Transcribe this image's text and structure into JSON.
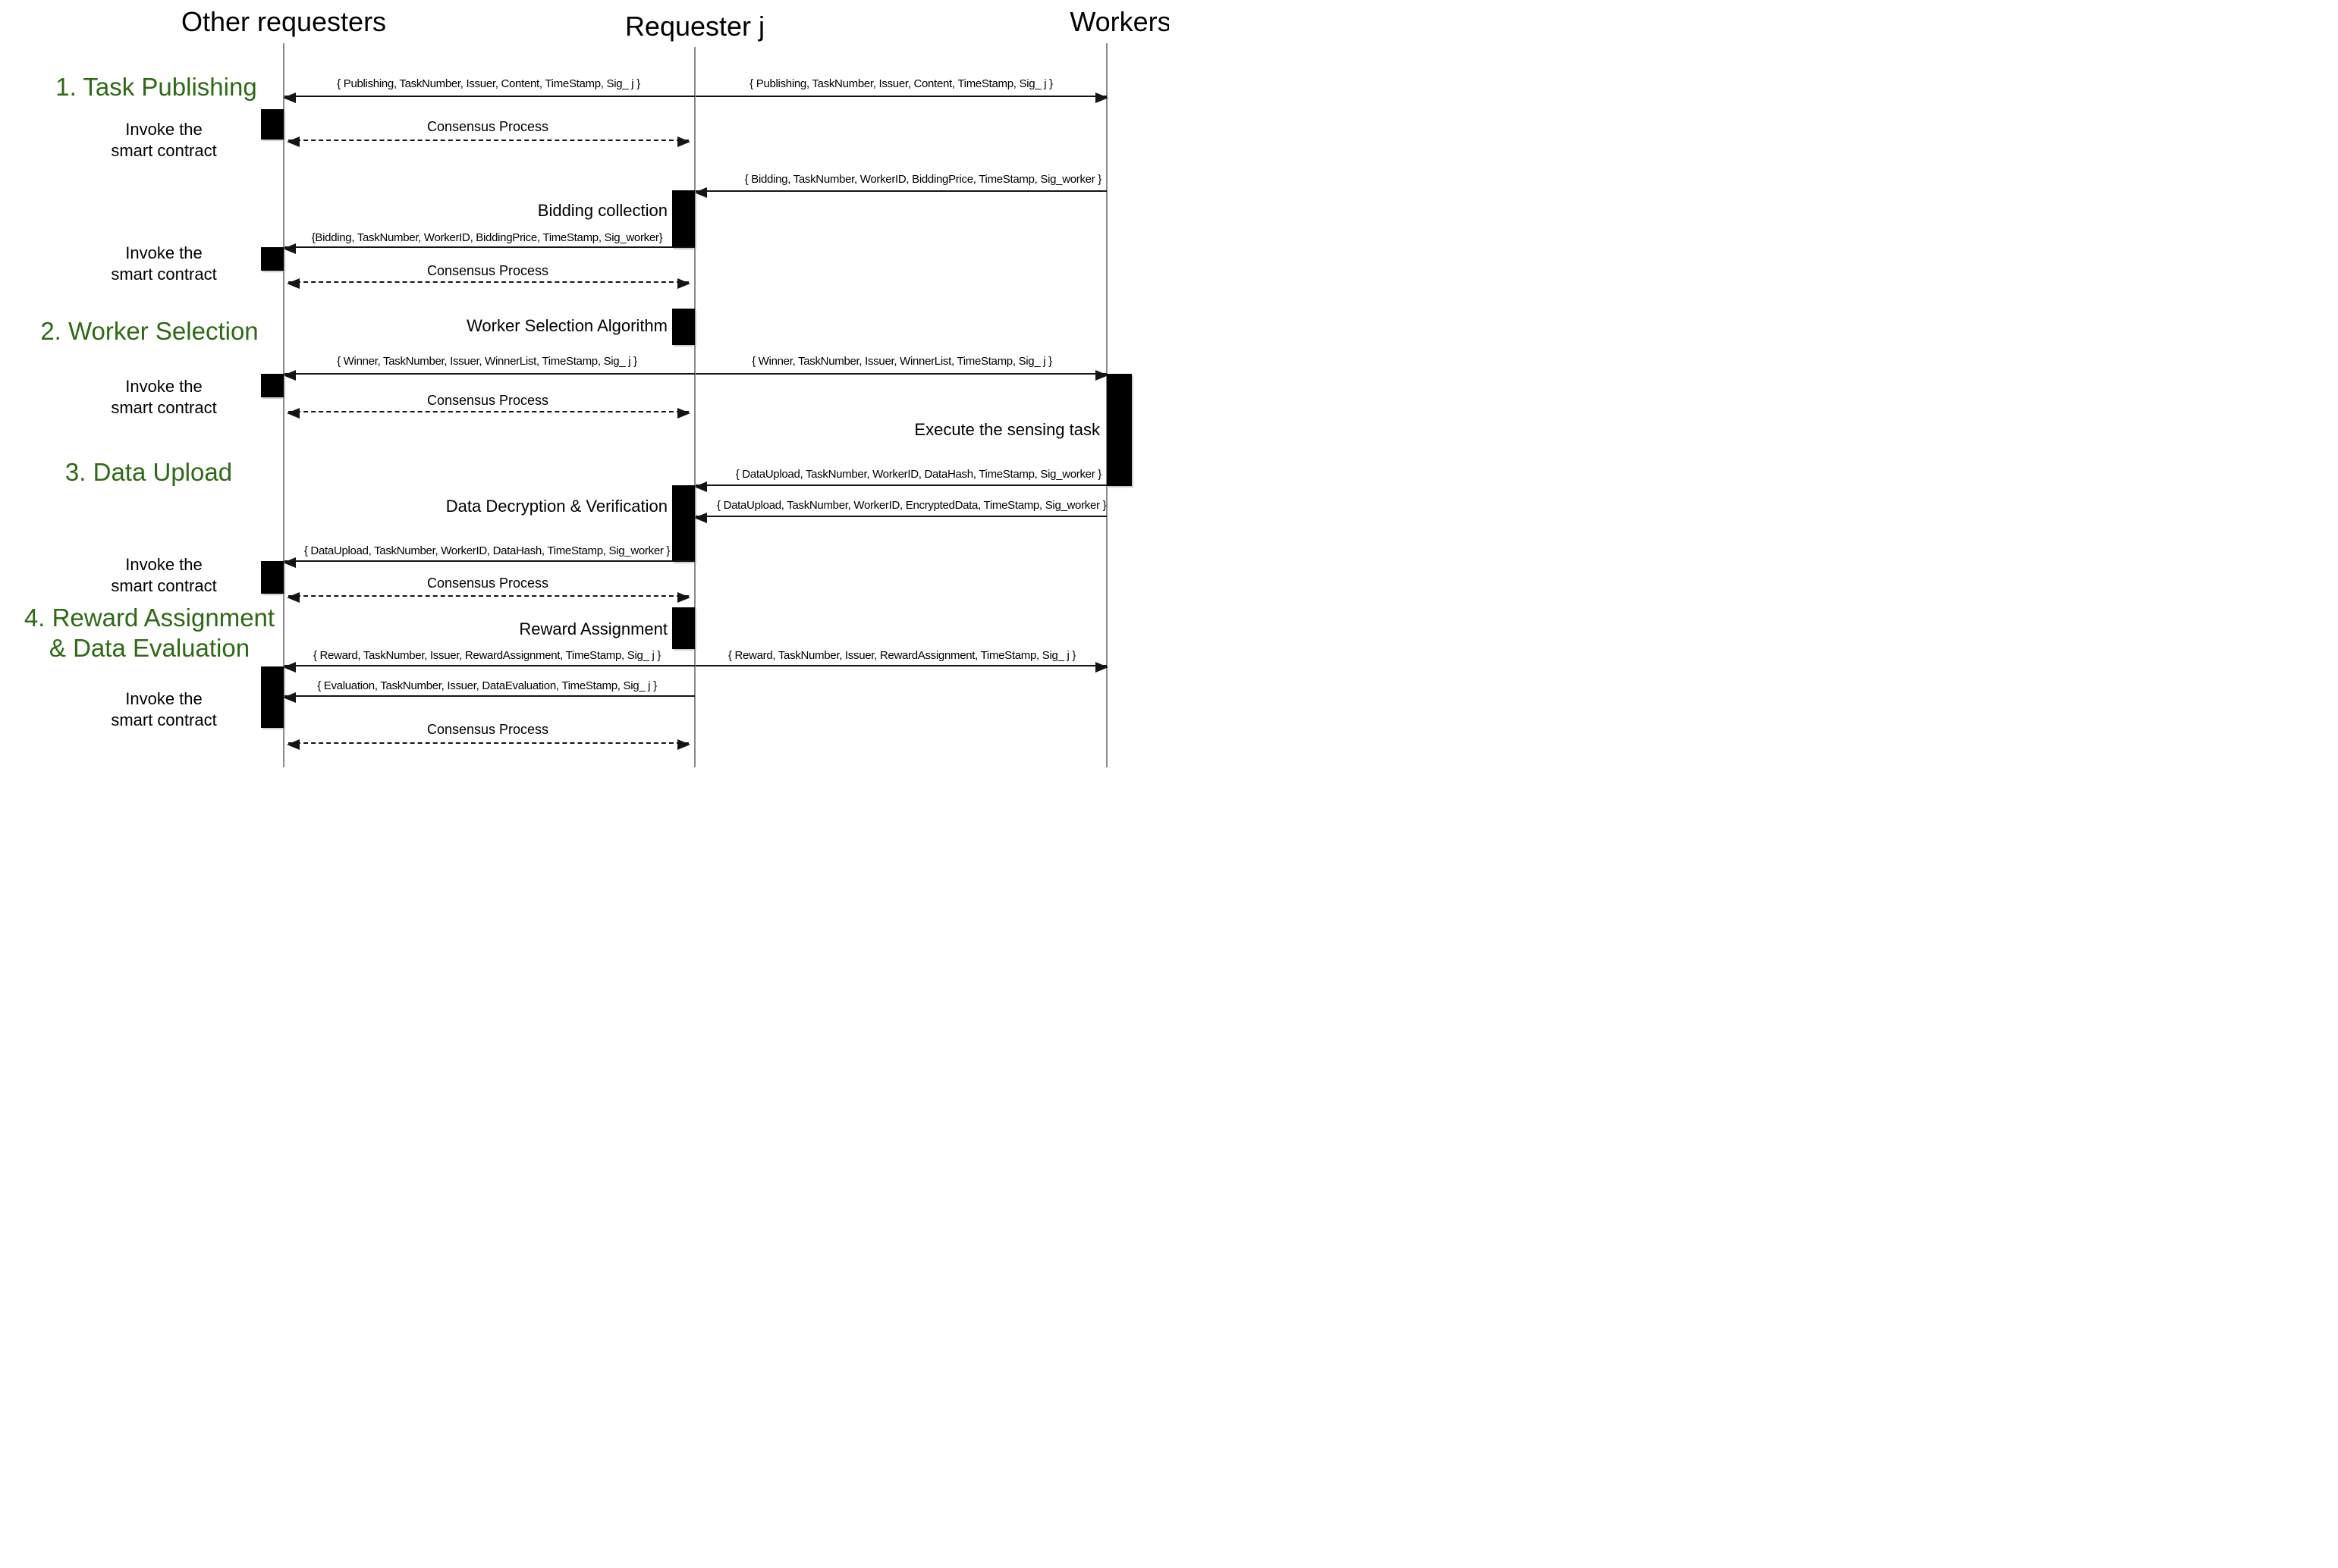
{
  "actors": {
    "other_requesters": "Other requesters",
    "requester_j": "Requester j",
    "workers": "Workers"
  },
  "phases": {
    "p1": "1. Task Publishing",
    "p2": "2. Worker Selection",
    "p3": "3. Data Upload",
    "p4_line1": "4. Reward Assignment",
    "p4_line2": "& Data Evaluation"
  },
  "labels": {
    "invoke_line1": "Invoke the",
    "invoke_line2": "smart contract",
    "consensus": "Consensus Process",
    "bidding_collection": "Bidding collection",
    "worker_selection_algorithm": "Worker Selection Algorithm",
    "execute_sensing_task": "Execute the sensing task",
    "data_decryption_verification": "Data Decryption & Verification",
    "reward_assignment": "Reward Assignment"
  },
  "messages": {
    "publishing": "{ Publishing, TaskNumber, Issuer, Content, TimeStamp, Sig_ j }",
    "bidding_from_workers": "{ Bidding, TaskNumber, WorkerID, BiddingPrice, TimeStamp, Sig_worker }",
    "bidding_to_requesters": "{Bidding, TaskNumber, WorkerID, BiddingPrice, TimeStamp, Sig_worker}",
    "winner": "{ Winner, TaskNumber, Issuer, WinnerList, TimeStamp, Sig_ j }",
    "dataupload_hash": "{ DataUpload, TaskNumber, WorkerID, DataHash, TimeStamp, Sig_worker }",
    "dataupload_encrypted": "{ DataUpload, TaskNumber, WorkerID, EncryptedData, TimeStamp, Sig_worker }",
    "reward": "{ Reward, TaskNumber, Issuer, RewardAssignment, TimeStamp, Sig_ j }",
    "evaluation": "{ Evaluation, TaskNumber, Issuer, DataEvaluation, TimeStamp, Sig_ j }"
  },
  "colors": {
    "phase_heading_green": "#2c6a14",
    "activation_box": "#000000",
    "lifeline_gray": "#8a8a8a",
    "arrow_black": "#141414"
  }
}
